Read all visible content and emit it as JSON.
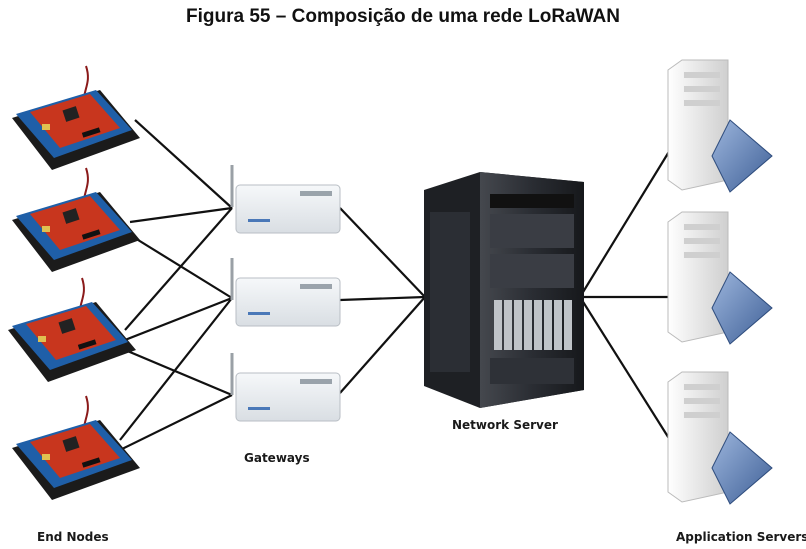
{
  "title": "Figura 55 – Composição de uma rede LoRaWAN",
  "labels": {
    "end_nodes": "End Nodes",
    "gateways": "Gateways",
    "network_server": "Network Server",
    "application_servers": "Application Servers"
  },
  "colors": {
    "line": "#111111",
    "board_red": "#c8361e",
    "board_blue": "#1f5fa8",
    "board_dark": "#1b1b1b",
    "gateway_body": "#e9edf0",
    "server_body": "#2a2d33",
    "app_server_body": "#e8e8e8",
    "app_server_badge": "#5b7fb6"
  },
  "diagram": {
    "nodes": [
      {
        "id": "end-node-1",
        "type": "end-node"
      },
      {
        "id": "end-node-2",
        "type": "end-node"
      },
      {
        "id": "end-node-3",
        "type": "end-node"
      },
      {
        "id": "end-node-4",
        "type": "end-node"
      },
      {
        "id": "gateway-1",
        "type": "gateway"
      },
      {
        "id": "gateway-2",
        "type": "gateway"
      },
      {
        "id": "gateway-3",
        "type": "gateway"
      },
      {
        "id": "network-server",
        "type": "network-server"
      },
      {
        "id": "app-server-1",
        "type": "application-server"
      },
      {
        "id": "app-server-2",
        "type": "application-server"
      },
      {
        "id": "app-server-3",
        "type": "application-server"
      }
    ],
    "edges": [
      [
        "end-node-1",
        "gateway-1"
      ],
      [
        "end-node-2",
        "gateway-1"
      ],
      [
        "end-node-2",
        "gateway-2"
      ],
      [
        "end-node-3",
        "gateway-1"
      ],
      [
        "end-node-3",
        "gateway-2"
      ],
      [
        "end-node-3",
        "gateway-3"
      ],
      [
        "end-node-4",
        "gateway-2"
      ],
      [
        "end-node-4",
        "gateway-3"
      ],
      [
        "gateway-1",
        "network-server"
      ],
      [
        "gateway-2",
        "network-server"
      ],
      [
        "gateway-3",
        "network-server"
      ],
      [
        "network-server",
        "app-server-1"
      ],
      [
        "network-server",
        "app-server-2"
      ],
      [
        "network-server",
        "app-server-3"
      ]
    ]
  }
}
